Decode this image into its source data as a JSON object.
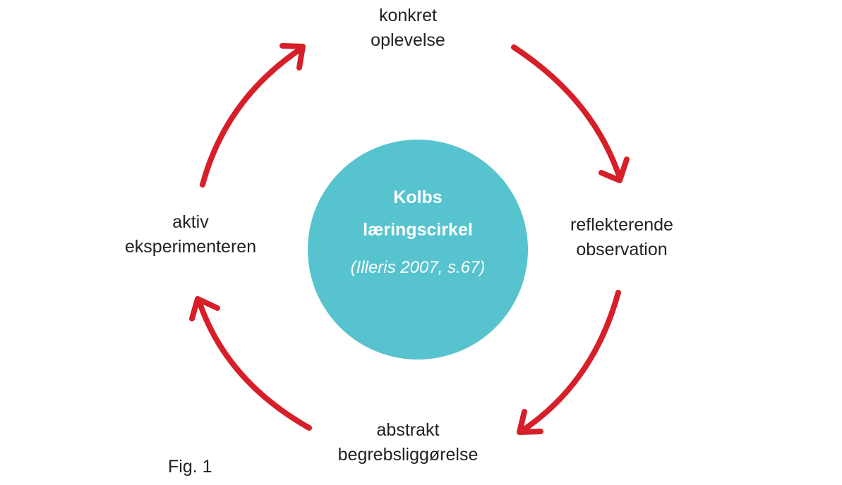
{
  "diagram": {
    "center": {
      "title_line1": "Kolbs",
      "title_line2": "læringscirkel",
      "citation": "(Illeris 2007, s.67)"
    },
    "stages": {
      "top": {
        "line1": "konkret",
        "line2": "oplevelse"
      },
      "right": {
        "line1": "reflekterende",
        "line2": "observation"
      },
      "bottom": {
        "line1": "abstrakt",
        "line2": "begrebsliggørelse"
      },
      "left": {
        "line1": "aktiv",
        "line2": "eksperimenteren"
      }
    },
    "caption": "Fig. 1"
  },
  "colors": {
    "arrow": "#d71f29",
    "circle": "#56c3cf",
    "text": "#222222",
    "center_text": "#ffffff"
  }
}
